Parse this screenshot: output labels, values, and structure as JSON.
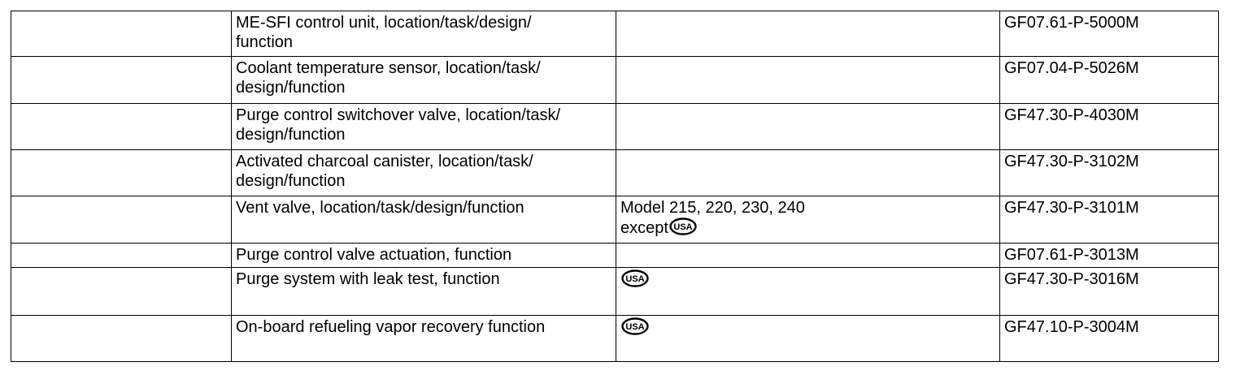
{
  "rows": [
    {
      "title": "ME-SFI control unit, location/task/design/\nfunction",
      "note": "",
      "note_icon": false,
      "ref": "GF07.61-P-5000M"
    },
    {
      "title": "Coolant temperature sensor, location/task/\ndesign/function",
      "note": "",
      "note_icon": false,
      "ref": "GF07.04-P-5026M"
    },
    {
      "title": "Purge control switchover valve, location/task/\ndesign/function",
      "note": "",
      "note_icon": false,
      "ref": "GF47.30-P-4030M"
    },
    {
      "title": "Activated charcoal canister, location/task/\ndesign/function",
      "note": "",
      "note_icon": false,
      "ref": "GF47.30-P-3102M"
    },
    {
      "title": "Vent valve, location/task/design/function",
      "note": "Model 215, 220, 230, 240",
      "note2": "except",
      "note_icon": true,
      "ref": "GF47.30-P-3101M"
    },
    {
      "title": "Purge control valve actuation, function",
      "note": "",
      "note_icon": false,
      "ref": "GF07.61-P-3013M"
    },
    {
      "title": "Purge system with leak test, function",
      "note": "",
      "note_icon": true,
      "ref": "GF47.30-P-3016M"
    },
    {
      "title": "On-board refueling vapor recovery function",
      "note": "",
      "note_icon": true,
      "ref": "GF47.10-P-3004M"
    }
  ],
  "icons": {
    "region_badge": "usa-badge-icon",
    "region_badge_text": "USA"
  }
}
